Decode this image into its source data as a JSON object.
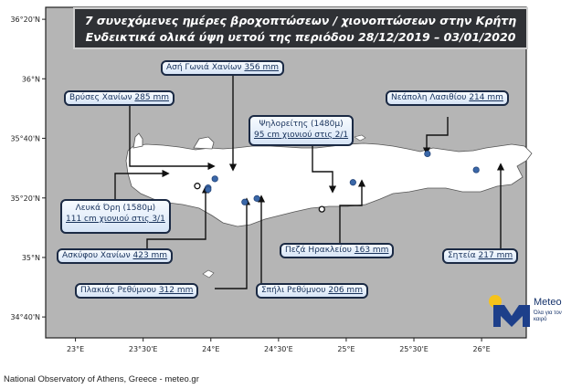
{
  "title": {
    "line1": "7 συνεχόμενες ημέρες βροχοπτώσεων / χιονοπτώσεων στην Κρήτη",
    "line2": "Ενδεικτικά ολικά ύψη υετού της περιόδου 28/12/2019 – 03/01/2020"
  },
  "footer": "National Observatory of Athens, Greece - meteo.gr",
  "logo": {
    "name": "Meteo",
    "tagline": "Όλα για τον καιρό"
  },
  "axes": {
    "lon_ticks": [
      {
        "value": 23.0,
        "label": "23°E"
      },
      {
        "value": 23.5,
        "label": "23°30'E"
      },
      {
        "value": 24.0,
        "label": "24°E"
      },
      {
        "value": 24.5,
        "label": "24°30'E"
      },
      {
        "value": 25.0,
        "label": "25°E"
      },
      {
        "value": 25.5,
        "label": "25°30'E"
      },
      {
        "value": 26.0,
        "label": "26°E"
      }
    ],
    "lat_ticks": [
      {
        "value": 36.333,
        "label": "36°20'N"
      },
      {
        "value": 36.0,
        "label": "36°N"
      },
      {
        "value": 35.667,
        "label": "35°40'N"
      },
      {
        "value": 35.333,
        "label": "35°20'N"
      },
      {
        "value": 35.0,
        "label": "35°N"
      },
      {
        "value": 34.667,
        "label": "34°40'N"
      }
    ]
  },
  "stations": [
    {
      "id": "asi-gonia",
      "name": "Ασή Γωνιά Χανίων",
      "value": "356 mm",
      "lon": 24.03,
      "lat": 35.44,
      "type": "rain"
    },
    {
      "id": "vryses",
      "name": "Βρύσες  Χανίων",
      "value": "285 mm",
      "lon": 23.98,
      "lat": 35.39,
      "type": "rain"
    },
    {
      "id": "askyfou",
      "name": "Ασκύφου Χανίων",
      "value": "423 mm",
      "lon": 23.98,
      "lat": 35.38,
      "type": "rain"
    },
    {
      "id": "plakias",
      "name": "Πλακιάς Ρεθύμνου",
      "value": "312 mm",
      "lon": 24.25,
      "lat": 35.31,
      "type": "rain"
    },
    {
      "id": "spili",
      "name": "Σπήλι Ρεθύμνου",
      "value": "206 mm",
      "lon": 24.34,
      "lat": 35.33,
      "type": "rain"
    },
    {
      "id": "peza",
      "name": "Πεζά Ηρακλείου",
      "value": "163 mm",
      "lon": 25.05,
      "lat": 35.42,
      "type": "rain"
    },
    {
      "id": "neapoli",
      "name": "Νεάπολη Λασιθίου",
      "value": "214 mm",
      "lon": 25.6,
      "lat": 35.58,
      "type": "rain"
    },
    {
      "id": "siteia",
      "name": "Σητεία",
      "value": "217 mm",
      "lon": 25.96,
      "lat": 35.49,
      "type": "rain"
    },
    {
      "id": "lefka-ori",
      "name": "Λευκά Όρη (1580μ)",
      "value": "111 cm χιονιού στις 3/1",
      "lon": 23.9,
      "lat": 35.4,
      "type": "snow"
    },
    {
      "id": "psiloritis",
      "name": "Ψηλορείτης (1480μ)",
      "value": "95 cm χιονιού στις 2/1",
      "lon": 24.82,
      "lat": 35.27,
      "type": "snow"
    }
  ],
  "colors": {
    "land": "#ffffff",
    "sea": "#b5b5b5",
    "marker": "#3a67a8",
    "frame": "#222222"
  }
}
